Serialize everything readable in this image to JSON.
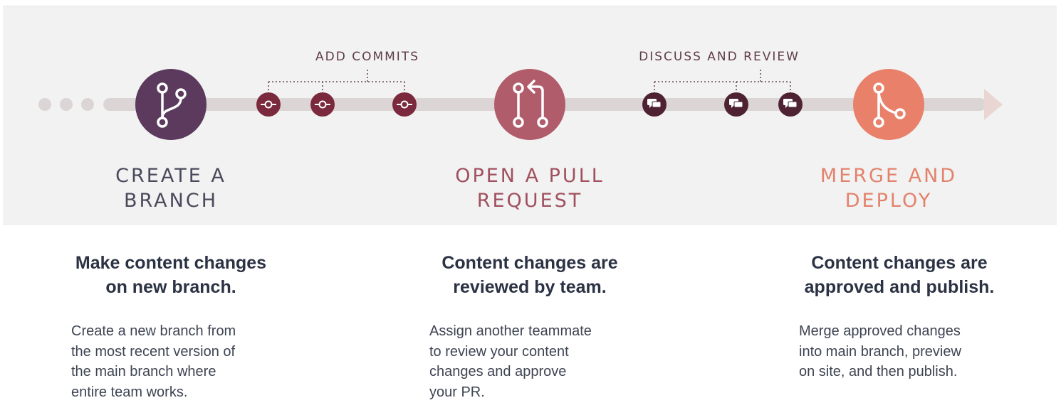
{
  "colors": {
    "branch": "#5b3a5e",
    "pull_request": "#b05c6a",
    "merge": "#e8806a",
    "commit_dot": "#7a2a3c",
    "timeline": "#dcd5d6",
    "background": "#f2f2f2"
  },
  "timeline": {
    "annotations": {
      "commits": "ADD COMMITS",
      "review": "DISCUSS AND REVIEW"
    },
    "commit_icon": "git-commit-icon",
    "comment_icon": "comment-bubbles-icon"
  },
  "stages": [
    {
      "title": "CREATE A\nBRANCH",
      "icon": "git-branch-icon",
      "heading": "Make content changes\non new branch.",
      "description": "Create a new branch from\nthe most recent version of\nthe main branch where\nentire team works."
    },
    {
      "title": "OPEN A PULL\nREQUEST",
      "icon": "pull-request-icon",
      "heading": "Content changes are\nreviewed by team.",
      "description": "Assign another teammate\nto review your content\nchanges and approve\nyour PR."
    },
    {
      "title": "MERGE AND\nDEPLOY",
      "icon": "git-merge-icon",
      "heading": "Content changes are\napproved and publish.",
      "description": "Merge approved changes\ninto main branch, preview\non site, and then publish."
    }
  ]
}
